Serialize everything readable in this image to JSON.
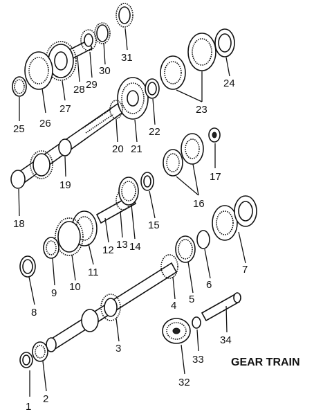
{
  "title": "GEAR TRAIN",
  "callouts": [
    "1",
    "2",
    "3",
    "4",
    "5",
    "6",
    "7",
    "8",
    "9",
    "10",
    "11",
    "12",
    "13",
    "14",
    "15",
    "16",
    "17",
    "18",
    "19",
    "20",
    "21",
    "22",
    "23",
    "24",
    "25",
    "26",
    "27",
    "28",
    "29",
    "30",
    "31",
    "32",
    "33",
    "34"
  ]
}
